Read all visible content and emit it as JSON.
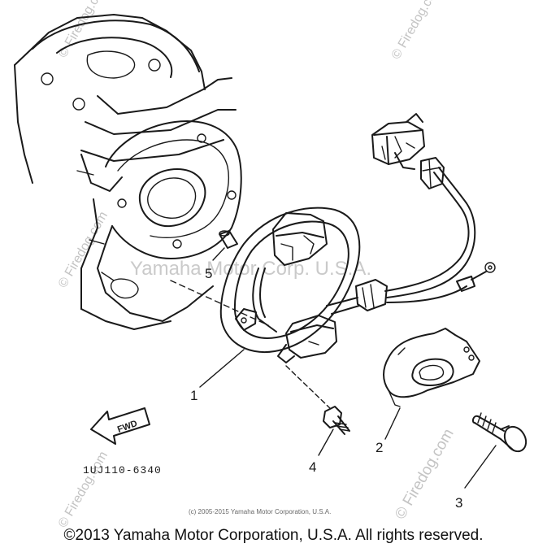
{
  "callouts": [
    "1",
    "2",
    "3",
    "4",
    "5"
  ],
  "fwd_label": "FWD",
  "part_code": "1UJ110-6340",
  "watermark_diag": "© Firedog.com",
  "watermark_corner": "© Firedog.com",
  "watermark_overlay": "Yamaha Motor Corp. U.S.A.",
  "small_copyright": "(c) 2005-2015 Yamaha Motor Corporation, U.S.A.",
  "footer": "©2013 Yamaha Motor Corporation, U.S.A. All rights reserved."
}
